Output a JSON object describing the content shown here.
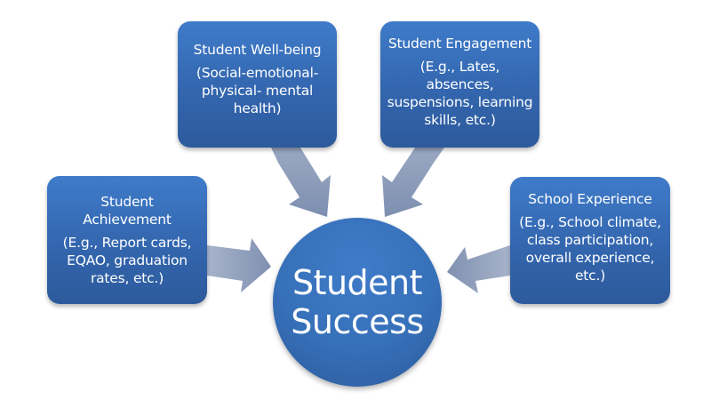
{
  "diagram": {
    "type": "hub-and-spoke",
    "center": {
      "label_line1": "Student",
      "label_line2": "Success",
      "color": "#3670b8"
    },
    "nodes": [
      {
        "id": "achievement",
        "title": "Student Achievement",
        "description": "(E.g., Report cards, EQAO, graduation rates, etc.)",
        "position": "left"
      },
      {
        "id": "wellbeing",
        "title": "Student Well-being",
        "description": "(Social-emotional- physical- mental health)",
        "position": "top-left"
      },
      {
        "id": "engagement",
        "title": "Student Engagement",
        "description": "(E.g., Lates, absences, suspensions, learning skills, etc.)",
        "position": "top-right"
      },
      {
        "id": "experience",
        "title": "School Experience",
        "description": "(E.g., School climate, class participation, overall experience, etc.)",
        "position": "right"
      }
    ],
    "edges": [
      {
        "from": "achievement",
        "to": "center",
        "style": "block-arrow"
      },
      {
        "from": "wellbeing",
        "to": "center",
        "style": "block-arrow"
      },
      {
        "from": "engagement",
        "to": "center",
        "style": "block-arrow"
      },
      {
        "from": "experience",
        "to": "center",
        "style": "block-arrow"
      }
    ],
    "colors": {
      "box_fill": "#3670b8",
      "box_fill_dark": "#2d5a9c",
      "arrow_fill": "#8a9bb8",
      "text": "#ffffff",
      "background": "#ffffff"
    }
  }
}
